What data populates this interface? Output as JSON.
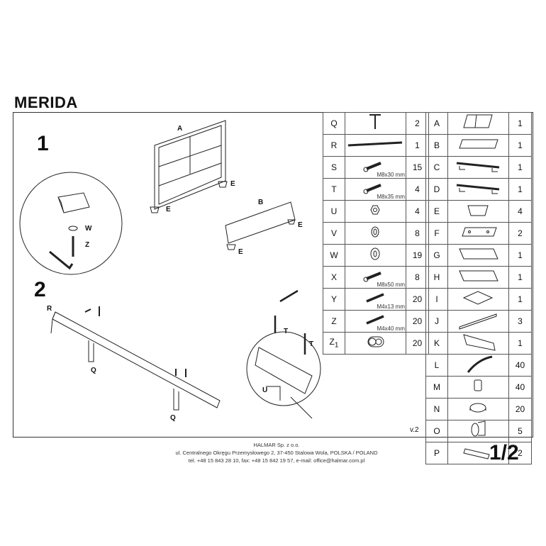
{
  "title": "MERIDA",
  "steps": [
    "1",
    "2"
  ],
  "diagram_labels": {
    "A": "A",
    "B": "B",
    "E": "E",
    "W": "W",
    "Z": "Z",
    "R": "R",
    "Q": "Q",
    "T": "T",
    "U": "U"
  },
  "parts_left": [
    {
      "letter": "Q",
      "icon": "t-bracket-icon",
      "qty": "2"
    },
    {
      "letter": "R",
      "icon": "rail-icon",
      "qty": "1"
    },
    {
      "letter": "S",
      "icon": "bolt-icon",
      "size": "M8x30 mm",
      "qty": "15"
    },
    {
      "letter": "T",
      "icon": "bolt-icon",
      "size": "M8x35 mm",
      "qty": "4"
    },
    {
      "letter": "U",
      "icon": "nut-icon",
      "qty": "4"
    },
    {
      "letter": "V",
      "icon": "spring-washer-icon",
      "qty": "8"
    },
    {
      "letter": "W",
      "icon": "washer-icon",
      "qty": "19"
    },
    {
      "letter": "X",
      "icon": "bolt-icon",
      "size": "M8x50 mm",
      "qty": "8"
    },
    {
      "letter": "Y",
      "icon": "screw-icon",
      "size": "M4x13 mm",
      "qty": "20"
    },
    {
      "letter": "Z",
      "icon": "screw-icon",
      "size": "M4x40 mm",
      "qty": "20"
    },
    {
      "letter": "Z1",
      "icon": "cam-cap-icon",
      "qty": "20"
    }
  ],
  "parts_right": [
    {
      "letter": "A",
      "icon": "headboard-icon",
      "qty": "1"
    },
    {
      "letter": "B",
      "icon": "board-icon",
      "qty": "1"
    },
    {
      "letter": "C",
      "icon": "side-rail-icon",
      "qty": "1"
    },
    {
      "letter": "D",
      "icon": "side-rail-icon",
      "qty": "1"
    },
    {
      "letter": "E",
      "icon": "foot-icon",
      "qty": "4"
    },
    {
      "letter": "F",
      "icon": "plate-icon",
      "qty": "2"
    },
    {
      "letter": "G",
      "icon": "panel-icon",
      "qty": "1"
    },
    {
      "letter": "H",
      "icon": "panel-icon",
      "qty": "1"
    },
    {
      "letter": "I",
      "icon": "sheet-icon",
      "qty": "1"
    },
    {
      "letter": "J",
      "icon": "slat-icon",
      "qty": "3"
    },
    {
      "letter": "K",
      "icon": "bracket-panel-icon",
      "qty": "1"
    },
    {
      "letter": "L",
      "icon": "curved-slat-icon",
      "qty": "40"
    },
    {
      "letter": "M",
      "icon": "slat-holder-icon",
      "qty": "40"
    },
    {
      "letter": "N",
      "icon": "cap-icon",
      "qty": "20"
    },
    {
      "letter": "O",
      "icon": "connector-icon",
      "qty": "5"
    },
    {
      "letter": "P",
      "icon": "connector-plate-icon",
      "qty": "2"
    }
  ],
  "version": "v.2",
  "footer": {
    "company": "HALMAR Sp. z o.o.",
    "address": "ul. Centralnego Okręgu Przemysłowego 2, 37-450 Stalowa Wola, POLSKA / POLAND",
    "contact": "tel. +48 15 843 28 10, fax: +48 15 842 19 57, e-mail: office@halmar.com.pl"
  },
  "page": "1/2"
}
